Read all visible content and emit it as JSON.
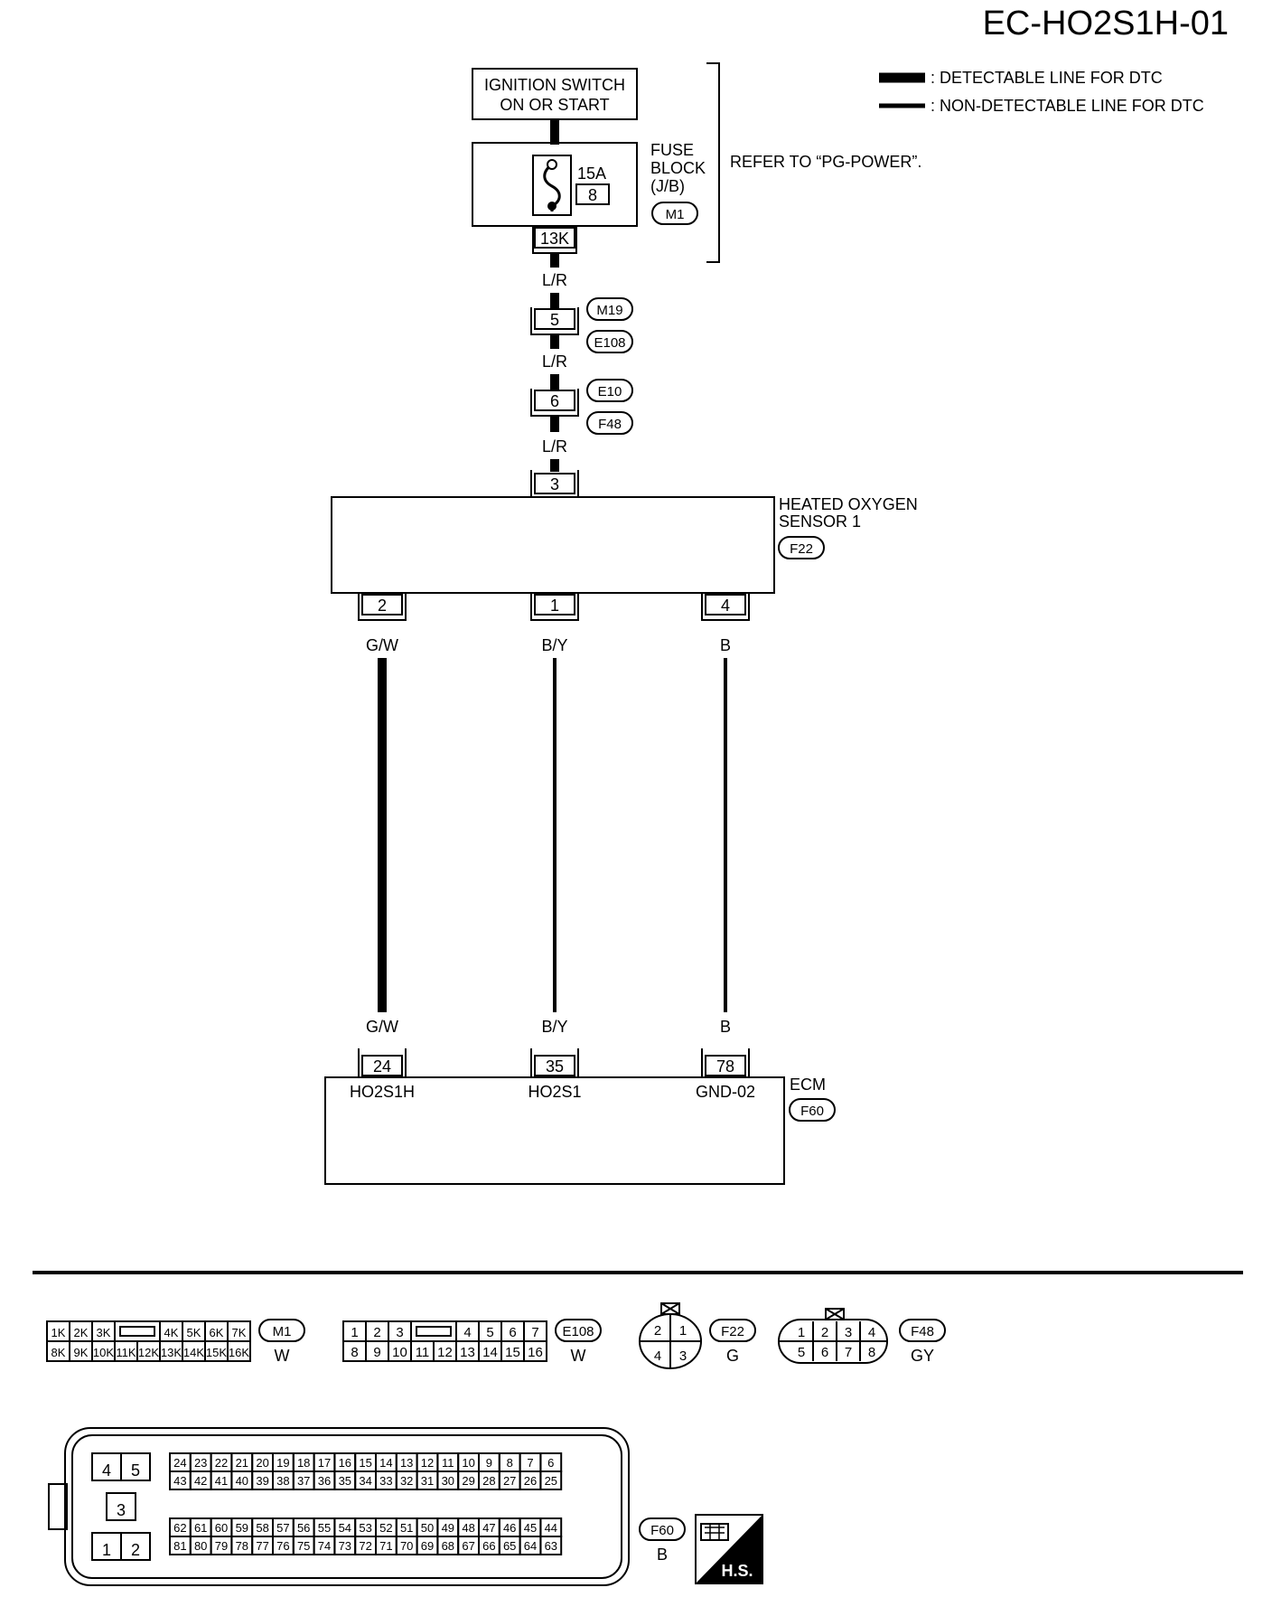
{
  "diagram_id": "EC-HO2S1H-01",
  "legend": {
    "detectable": ": DETECTABLE LINE FOR DTC",
    "non_detectable": ": NON-DETECTABLE LINE FOR DTC"
  },
  "ignition": {
    "line1": "IGNITION SWITCH",
    "line2": "ON OR START"
  },
  "fuse_block": {
    "line1": "FUSE",
    "line2": "BLOCK",
    "line3": "(J/B)",
    "connector": "M1",
    "fuse_rating": "15A",
    "fuse_number": "8",
    "terminal": "13K",
    "refer": "REFER TO “PG-POWER”."
  },
  "wire_color_lr": "L/R",
  "joint1": {
    "terminal": "5",
    "conn_top": "M19",
    "conn_bottom": "E108"
  },
  "joint2": {
    "terminal": "6",
    "conn_top": "E10",
    "conn_bottom": "F48"
  },
  "sensor": {
    "line1": "HEATED OXYGEN",
    "line2": "SENSOR 1",
    "connector": "F22",
    "top_terminal": "3",
    "terminals": [
      "2",
      "1",
      "4"
    ]
  },
  "wires": [
    "G/W",
    "B/Y",
    "B"
  ],
  "ecm": {
    "label": "ECM",
    "connector": "F60",
    "terminals": [
      "24",
      "35",
      "78"
    ],
    "signals": [
      "HO2S1H",
      "HO2S1",
      "GND-02"
    ]
  },
  "conn_m1": {
    "id": "M1",
    "color": "W",
    "row1": [
      "1K",
      "2K",
      "3K",
      "4K",
      "5K",
      "6K",
      "7K"
    ],
    "row2": [
      "8K",
      "9K",
      "10K",
      "11K",
      "12K",
      "13K",
      "14K",
      "15K",
      "16K"
    ]
  },
  "conn_e108": {
    "id": "E108",
    "color": "W",
    "row1": [
      "1",
      "2",
      "3",
      "4",
      "5",
      "6",
      "7"
    ],
    "row2": [
      "8",
      "9",
      "10",
      "11",
      "12",
      "13",
      "14",
      "15",
      "16"
    ]
  },
  "conn_f22": {
    "id": "F22",
    "color": "G",
    "pins": [
      "2",
      "1",
      "4",
      "3"
    ]
  },
  "conn_f48": {
    "id": "F48",
    "color": "GY",
    "pins": [
      "1",
      "2",
      "3",
      "4",
      "5",
      "6",
      "7",
      "8"
    ]
  },
  "conn_f60": {
    "id": "F60",
    "color": "B",
    "left_top": [
      "4",
      "5"
    ],
    "left_mid": "3",
    "left_bottom": [
      "1",
      "2"
    ],
    "r1": [
      "24",
      "23",
      "22",
      "21",
      "20",
      "19",
      "18",
      "17",
      "16",
      "15",
      "14",
      "13",
      "12",
      "11",
      "10",
      "9",
      "8",
      "7",
      "6"
    ],
    "r2": [
      "43",
      "42",
      "41",
      "40",
      "39",
      "38",
      "37",
      "36",
      "35",
      "34",
      "33",
      "32",
      "31",
      "30",
      "29",
      "28",
      "27",
      "26",
      "25"
    ],
    "r3": [
      "62",
      "61",
      "60",
      "59",
      "58",
      "57",
      "56",
      "55",
      "54",
      "53",
      "52",
      "51",
      "50",
      "49",
      "48",
      "47",
      "46",
      "45",
      "44"
    ],
    "r4": [
      "81",
      "80",
      "79",
      "78",
      "77",
      "76",
      "75",
      "74",
      "73",
      "72",
      "71",
      "70",
      "69",
      "68",
      "67",
      "66",
      "65",
      "64",
      "63"
    ]
  },
  "hs_badge": "H.S."
}
